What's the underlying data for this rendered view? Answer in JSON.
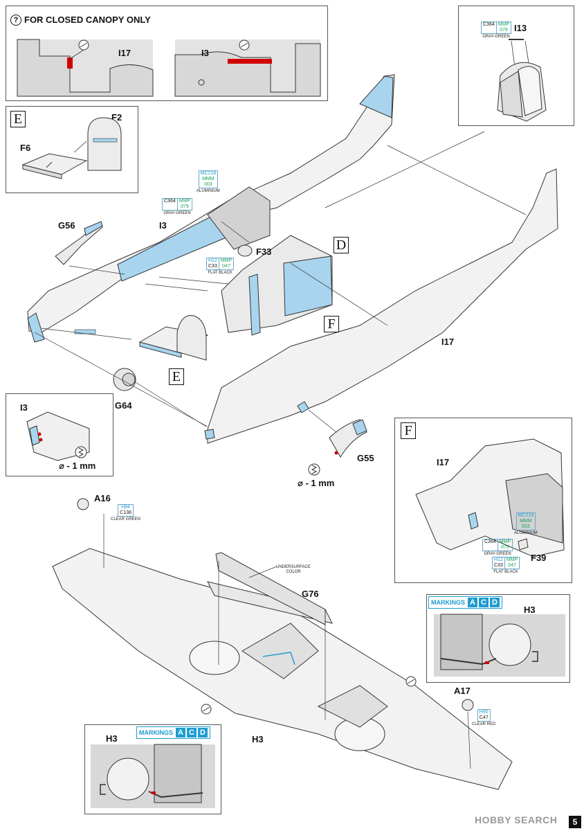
{
  "top_note": {
    "icon_symbol": "?",
    "text": "FOR CLOSED CANOPY ONLY"
  },
  "canopy_parts": {
    "a": "I17",
    "b": "I3"
  },
  "top_right": {
    "part": "I13",
    "paint": {
      "left": "C364",
      "right_top": "MMP",
      "right_bottom": "079",
      "name": "GRAY-GREEN"
    }
  },
  "box_e": {
    "letter": "E",
    "parts": [
      "F2",
      "F6"
    ]
  },
  "fuselage": {
    "aluminium": {
      "top": "MC218",
      "mid": "MMM",
      "bot": "003",
      "name": "ALUMINIUM"
    },
    "gray_green": {
      "left": "C364",
      "right_top": "MMP",
      "right_bottom": "079",
      "name": "GRAY-GREEN"
    },
    "flat_black": {
      "left_top": "H12",
      "left_bottom": "C33",
      "right_top": "MMP",
      "right_bottom": "047",
      "name": "FLAT BLACK"
    },
    "labels": {
      "g56": "G56",
      "i3": "I3",
      "f33": "F33",
      "d": "D",
      "f": "F",
      "i17": "I17",
      "e": "E",
      "g64": "G64",
      "g55": "G55"
    }
  },
  "detail_i3": {
    "part": "I3",
    "drill": "⌀ - 1 mm"
  },
  "g55_drill": "⌀ - 1 mm",
  "box_f": {
    "letter": "F",
    "part": "I17",
    "part2": "F39",
    "aluminium": {
      "top": "MC218",
      "mid": "MMM",
      "bot": "003",
      "name": "ALUMINIUM"
    },
    "gray_green": {
      "left": "C364",
      "right_top": "MMP",
      "right_bottom": "079",
      "name": "GRAY-GREEN"
    },
    "flat_black": {
      "left_top": "H12",
      "left_bottom": "C33",
      "right_top": "MMP",
      "right_bottom": "047",
      "name": "FLAT BLACK"
    }
  },
  "wing": {
    "a16": {
      "part": "A16",
      "top": "H94",
      "bottom": "C138",
      "name": "CLEAR GREEN"
    },
    "a17": {
      "part": "A17",
      "top": "H90",
      "bottom": "C47",
      "name": "CLEAR RED"
    },
    "g76": "G76",
    "undersurface_note": "UNDERSURFACE COLOR",
    "h3": "H3"
  },
  "markings_box_right": {
    "text": "MARKINGS",
    "letters": [
      "A",
      "C",
      "D"
    ],
    "part": "H3"
  },
  "markings_box_left": {
    "text": "MARKINGS",
    "letters": [
      "A",
      "C",
      "D"
    ],
    "part": "H3"
  },
  "watermark": "HOBBY SEARCH",
  "page_number": "5"
}
